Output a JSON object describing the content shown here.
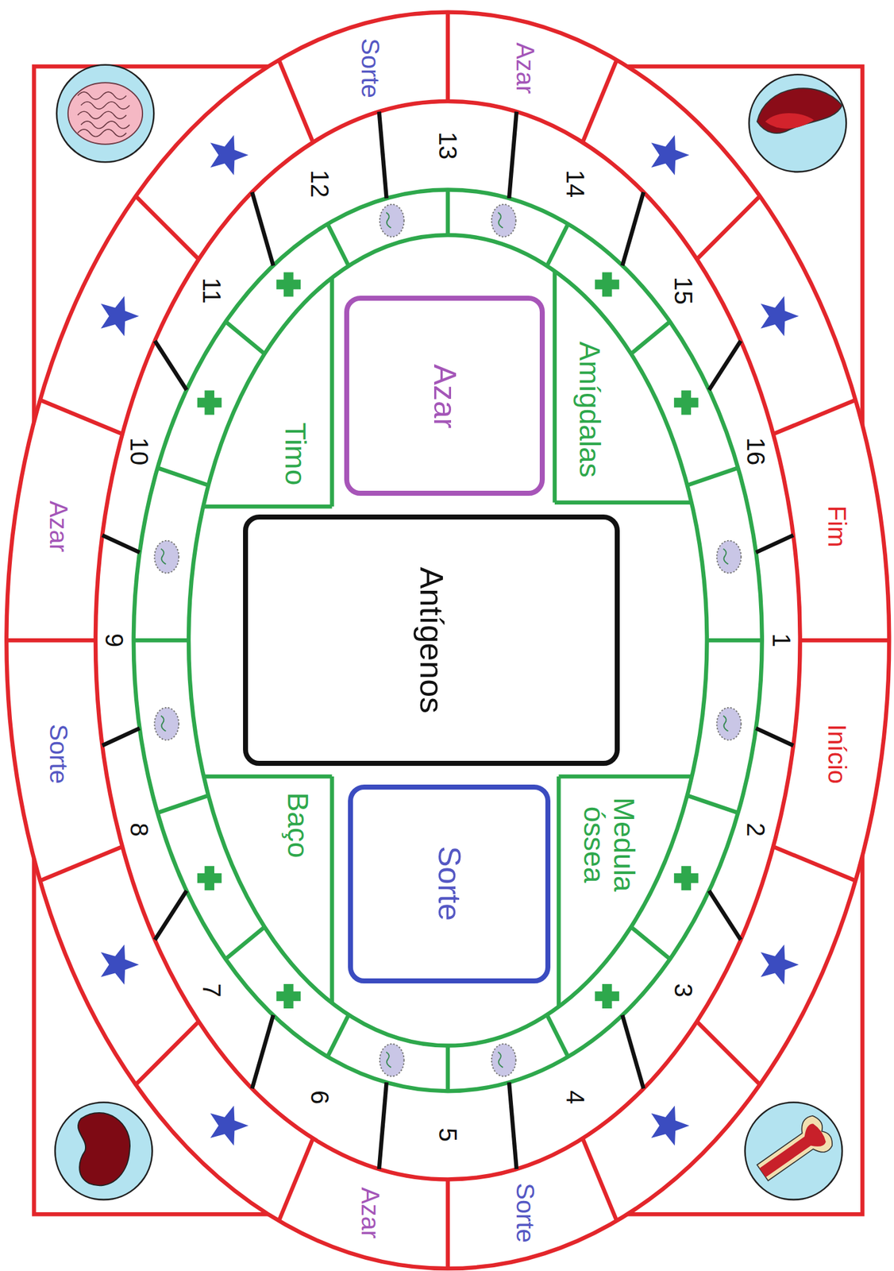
{
  "diagram": {
    "nodes": [
      {
        "text": [
          "Azar"
        ]
      },
      {
        "text": [
          "Timo"
        ]
      },
      {
        "text": [
          "Amígdalas"
        ]
      },
      {
        "text": [
          "Antígenos"
        ]
      },
      {
        "text": [
          "Sorte"
        ]
      },
      {
        "text": [
          "Baço"
        ]
      },
      {
        "text": [
          "Medula óssea"
        ]
      }
    ],
    "labels": [
      "Sorte",
      "Azar",
      "Azar",
      "Fim",
      "Sorte",
      "Início",
      "Azar",
      "Sorte",
      "1",
      "2",
      "3",
      "4",
      "5",
      "6",
      "7",
      "8",
      "9",
      "10",
      "11",
      "12",
      "13",
      "14",
      "15",
      "16"
    ]
  }
}
